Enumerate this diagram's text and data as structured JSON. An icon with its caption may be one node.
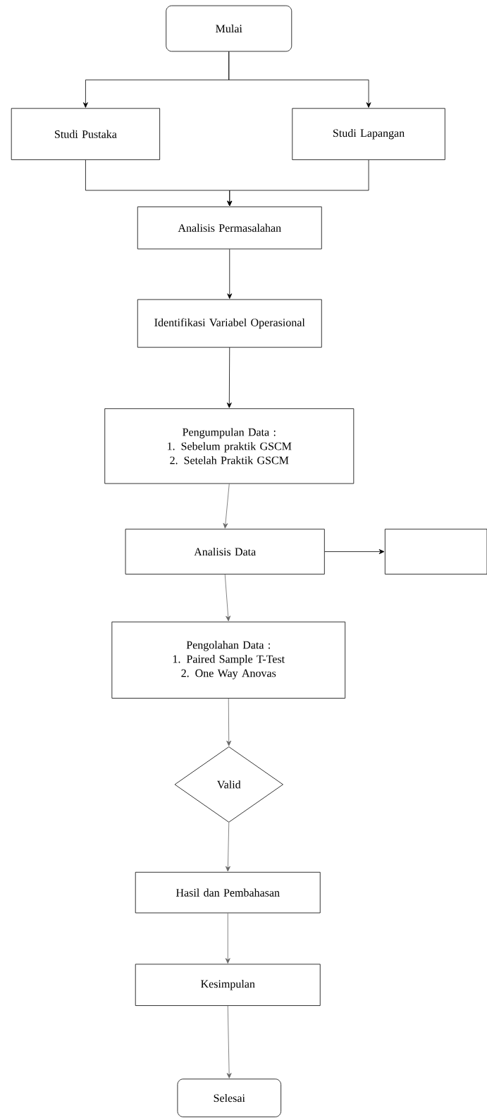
{
  "diagram": {
    "nodes": [
      {
        "text": [
          "Mulai"
        ]
      },
      {
        "text": [
          "Studi Pustaka"
        ]
      },
      {
        "text": [
          "Studi Lapangan"
        ]
      },
      {
        "text": [
          "Analisis Permasalahan"
        ]
      },
      {
        "text": [
          "Identifikasi Variabel Operasional"
        ]
      },
      {
        "text": [
          "Pengumpulan Data :",
          "1. Sebelum praktik GSCM",
          "2. Setelah Praktik GSCM"
        ]
      },
      {
        "text": [
          "Analisis Data"
        ]
      },
      {
        "text": [],
        "shape": "box"
      },
      {
        "text": [
          "Pengolahan Data :",
          "1. Paired Sample T-Test",
          "2. One Way Anovas"
        ]
      },
      {
        "text": [
          "Valid"
        ]
      },
      {
        "text": [
          "Hasil dan Pembahasan"
        ]
      },
      {
        "text": [
          "Kesimpulan"
        ]
      },
      {
        "text": [
          "Selesai"
        ]
      }
    ],
    "edges": [
      {
        "from": 0,
        "to": 1,
        "arrow": "to"
      },
      {
        "from": 0,
        "to": 2,
        "arrow": "to"
      },
      {
        "from": 1,
        "to": 3,
        "arrow": "to"
      },
      {
        "from": 2,
        "to": 3,
        "arrow": "to"
      },
      {
        "from": 3,
        "to": 4,
        "arrow": "to"
      },
      {
        "from": 4,
        "to": 5,
        "arrow": "to"
      },
      {
        "from": 5,
        "to": 6,
        "arrow": "to",
        "color": "#666666"
      },
      {
        "from": 6,
        "to": 7,
        "arrow": "to"
      },
      {
        "from": 6,
        "to": 8,
        "arrow": "to",
        "color": "#666666"
      },
      {
        "from": 8,
        "to": 9,
        "arrow": "to",
        "color": "#666666"
      },
      {
        "from": 9,
        "to": 10,
        "arrow": "to",
        "color": "#666666"
      },
      {
        "from": 10,
        "to": 11,
        "arrow": "to",
        "color": "#666666"
      },
      {
        "from": 11,
        "to": 12,
        "arrow": "to",
        "color": "#666666"
      }
    ]
  }
}
